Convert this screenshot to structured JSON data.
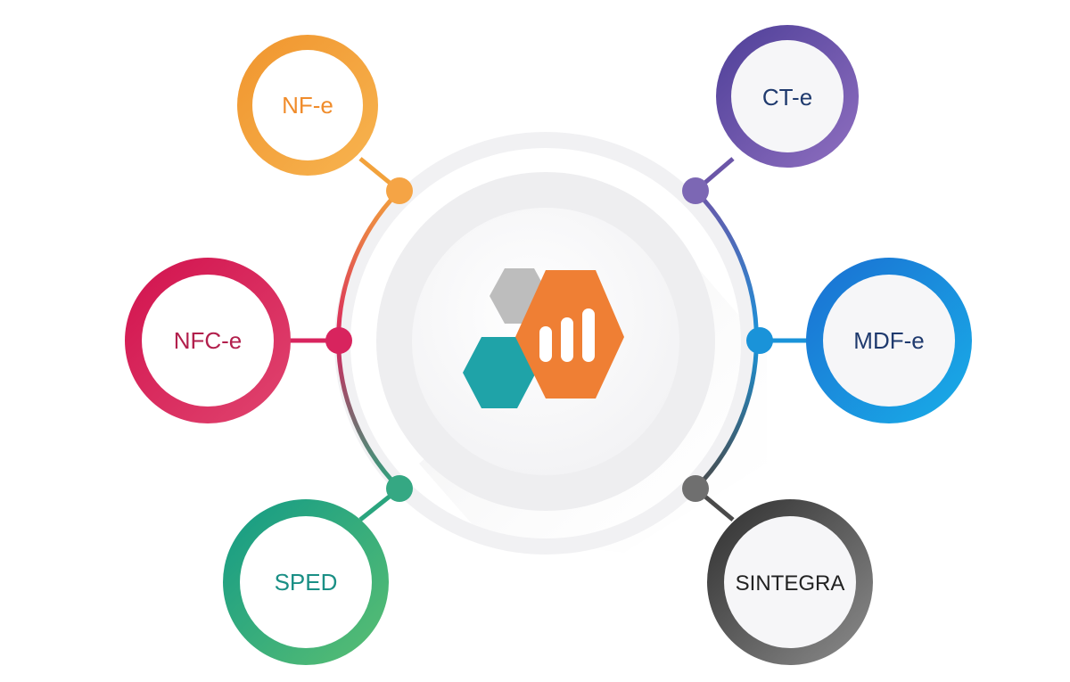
{
  "diagram": {
    "colors": {
      "nfe": "#f2a23c",
      "cte": "#6b56a8",
      "nfce": "#d8245e",
      "mdfe": "#1a93d9",
      "sped": "#2aa57e",
      "sintegra": "#4a4a4a",
      "hub_orange": "#ef7f34",
      "hub_gray": "#bdbdbd",
      "hub_teal": "#1fa3a8"
    },
    "center": {
      "logo_icon": "bar-chart-hexagon-logo"
    },
    "nodes": [
      {
        "id": "nfe",
        "label": "NF-e",
        "text_color": "#f08c2b"
      },
      {
        "id": "cte",
        "label": "CT-e",
        "text_color": "#1f3a6e"
      },
      {
        "id": "nfce",
        "label": "NFC-e",
        "text_color": "#b21f4c"
      },
      {
        "id": "mdfe",
        "label": "MDF-e",
        "text_color": "#1f3a6e"
      },
      {
        "id": "sped",
        "label": "SPED",
        "text_color": "#1a8f85"
      },
      {
        "id": "sintegra",
        "label": "SINTEGRA",
        "text_color": "#222222"
      }
    ]
  }
}
